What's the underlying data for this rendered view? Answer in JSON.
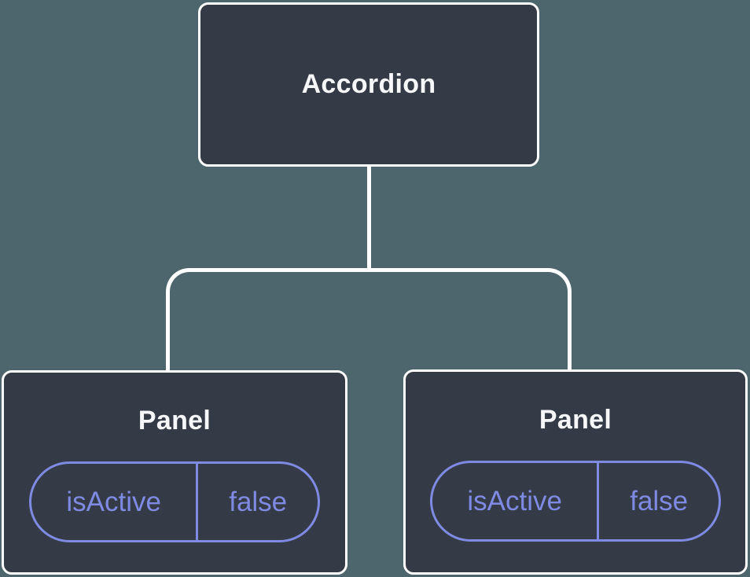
{
  "theme": {
    "background": "#4D666E",
    "node_background": "#343A46",
    "connector_stroke": "#FFFFFF",
    "node_text": "#F6F7F9",
    "state_accent": "#7F8AE3"
  },
  "tree": {
    "root": {
      "label": "Accordion"
    },
    "children": [
      {
        "label": "Panel",
        "state": {
          "key": "isActive",
          "value": "false"
        }
      },
      {
        "label": "Panel",
        "state": {
          "key": "isActive",
          "value": "false"
        }
      }
    ]
  }
}
